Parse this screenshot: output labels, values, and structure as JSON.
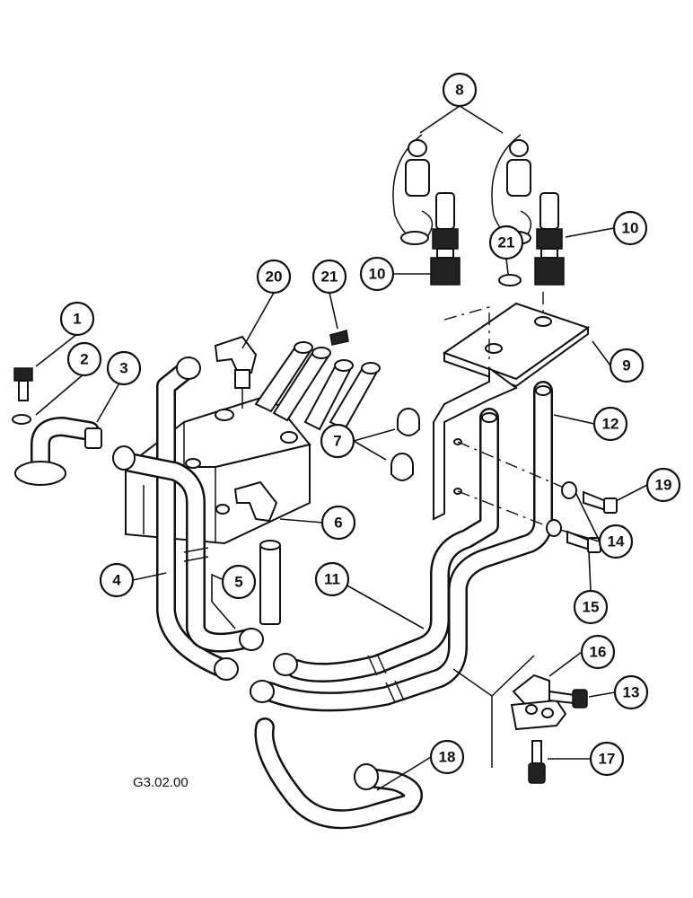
{
  "figure_code": "G3.02.00",
  "callouts": [
    {
      "id": "c1",
      "label": "1"
    },
    {
      "id": "c2",
      "label": "2"
    },
    {
      "id": "c3",
      "label": "3"
    },
    {
      "id": "c4",
      "label": "4"
    },
    {
      "id": "c5",
      "label": "5"
    },
    {
      "id": "c6",
      "label": "6"
    },
    {
      "id": "c7",
      "label": "7"
    },
    {
      "id": "c8",
      "label": "8"
    },
    {
      "id": "c9",
      "label": "9"
    },
    {
      "id": "c10a",
      "label": "10"
    },
    {
      "id": "c10b",
      "label": "10"
    },
    {
      "id": "c11",
      "label": "11"
    },
    {
      "id": "c12",
      "label": "12"
    },
    {
      "id": "c13",
      "label": "13"
    },
    {
      "id": "c14",
      "label": "14"
    },
    {
      "id": "c15",
      "label": "15"
    },
    {
      "id": "c16",
      "label": "16"
    },
    {
      "id": "c17",
      "label": "17"
    },
    {
      "id": "c18",
      "label": "18"
    },
    {
      "id": "c19",
      "label": "19"
    },
    {
      "id": "c20",
      "label": "20"
    },
    {
      "id": "c21a",
      "label": "21"
    },
    {
      "id": "c21b",
      "label": "21"
    }
  ]
}
